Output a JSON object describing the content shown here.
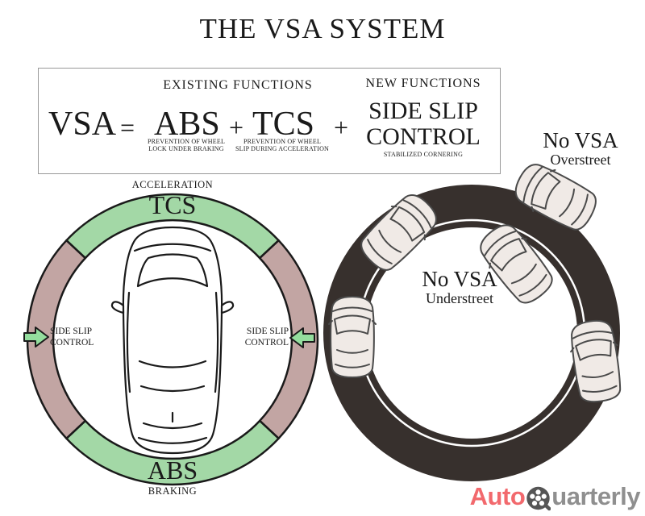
{
  "title": "THE VSA SYSTEM",
  "formula": {
    "existing_header": "EXISTING FUNCTIONS",
    "new_header": "NEW FUNCTIONS",
    "vsa": "VSA",
    "equals": "=",
    "plus": "+",
    "abs": {
      "term": "ABS",
      "sub1": "PREVENTION OF WHEEL",
      "sub2": "LOCK UNDER BRAKING"
    },
    "tcs": {
      "term": "TCS",
      "sub1": "PREVENTION OF WHEEL",
      "sub2": "SLIP DURING ACCELERATION"
    },
    "side_slip": {
      "line1": "SIDE SLIP",
      "line2": "CONTROL",
      "sub": "STABILIZED CORNERING"
    }
  },
  "ring": {
    "acceleration_label": "ACCELERATION",
    "tcs_label": "TCS",
    "abs_label": "ABS",
    "braking_label": "BRAKING",
    "side_slip_left": {
      "line1": "SIDE SLIP",
      "line2": "CONTROL"
    },
    "side_slip_right": {
      "line1": "SIDE SLIP",
      "line2": "CONTROL"
    }
  },
  "road": {
    "oversteer": {
      "line1": "No VSA",
      "line2": "Overstreet"
    },
    "understeer": {
      "line1": "No VSA",
      "line2": "Understreet"
    }
  },
  "logo": {
    "auto": "Auto",
    "quarterly": "uarterly",
    "wheel_icon": "wheel-icon"
  },
  "colors": {
    "segment_green": "#a3d8a6",
    "segment_mauve": "#c2a5a3",
    "arrow_green": "#94de9e",
    "ring_outline": "#1a1a1a",
    "road": "#37302d",
    "lane_line": "#ffffff",
    "car_body": "#f0eae6",
    "car_outline": "#4a4a4a",
    "logo_red": "#f2696d",
    "logo_gray": "#8f8f8f",
    "wheel_gray": "#555555"
  }
}
